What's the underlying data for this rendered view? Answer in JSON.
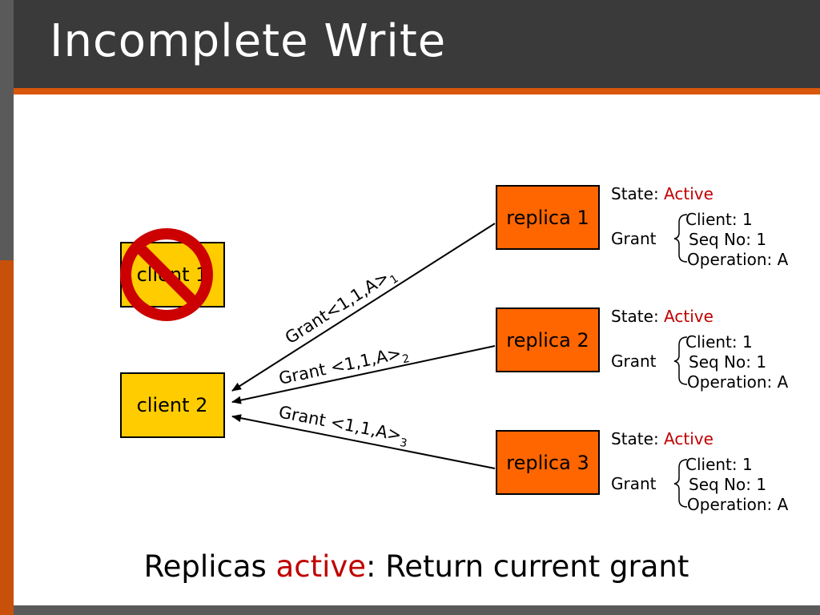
{
  "title": "Incomplete Write",
  "clients": [
    {
      "label": "client 1"
    },
    {
      "label": "client 2"
    }
  ],
  "replicas": [
    {
      "label": "replica 1",
      "state_label": "State: ",
      "state_value": "Active",
      "grant_label": "Grant",
      "grant_lines": [
        "Client: 1",
        "Seq No: 1",
        "Operation: A"
      ]
    },
    {
      "label": "replica 2",
      "state_label": "State: ",
      "state_value": "Active",
      "grant_label": "Grant",
      "grant_lines": [
        "Client: 1",
        "Seq No: 1",
        "Operation: A"
      ]
    },
    {
      "label": "replica 3",
      "state_label": "State: ",
      "state_value": "Active",
      "grant_label": "Grant",
      "grant_lines": [
        "Client: 1",
        "Seq No: 1",
        "Operation: A"
      ]
    }
  ],
  "messages": [
    {
      "text": "Grant<1,1,A>",
      "sub": "1"
    },
    {
      "text": "Grant <1,1,A>",
      "sub": "2"
    },
    {
      "text": "Grant <1,1,A>",
      "sub": "3"
    }
  ],
  "caption": {
    "before": "Replicas ",
    "highlight": "active",
    "after": ": Return current grant"
  },
  "colors": {
    "replica_fill": "#ff6600",
    "client_fill": "#ffcc00",
    "prohibit": "#cc0000",
    "accent": "#c00000"
  }
}
